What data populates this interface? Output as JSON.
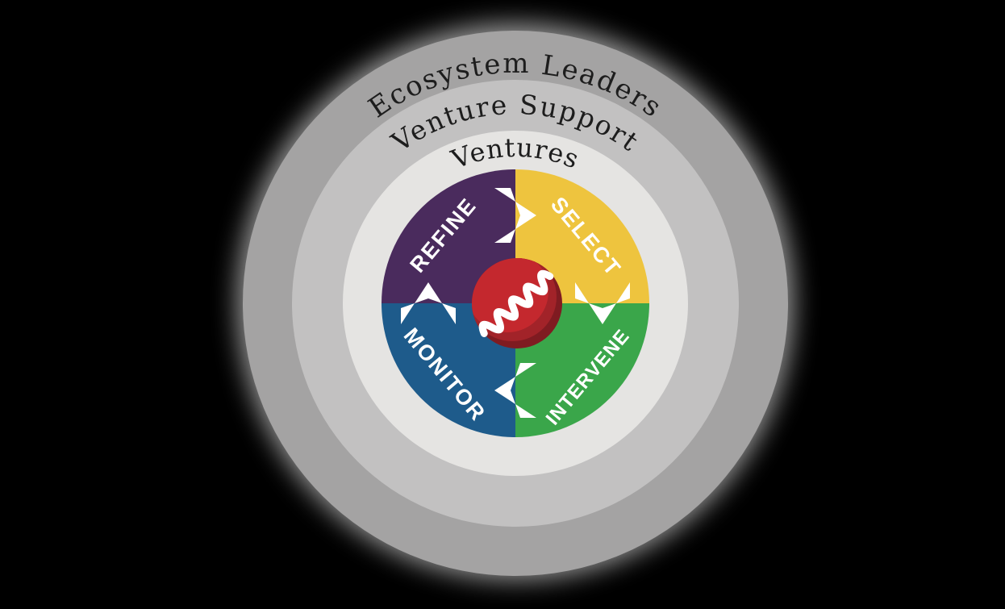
{
  "diagram": {
    "rings": [
      {
        "id": "ecosystem-leaders",
        "label": "Ecosystem Leaders"
      },
      {
        "id": "venture-support",
        "label": "Venture Support"
      },
      {
        "id": "ventures",
        "label": "Ventures"
      }
    ],
    "cycle": {
      "direction": "clockwise",
      "segments": [
        {
          "id": "refine",
          "label": "REFINE"
        },
        {
          "id": "select",
          "label": "SELECT"
        },
        {
          "id": "intervene",
          "label": "INTERVENE"
        },
        {
          "id": "monitor",
          "label": "MONITOR"
        }
      ]
    },
    "center": {
      "icon": "red-ball-trend-squiggle"
    }
  },
  "colors": {
    "background": "#000000",
    "glow": "#ffffff",
    "ring_outer": "#a4a3a3",
    "ring_middle": "#c2c1c1",
    "ring_inner": "#e5e4e2",
    "ring_text": "#1d1d1d",
    "segment_refine": "#4a2b5d",
    "segment_select": "#eec43e",
    "segment_intervene": "#3aa64a",
    "segment_monitor": "#1e5b8b",
    "segment_text": "#ffffff",
    "arrow": "#ffffff",
    "ball_dark": "#7f1b21",
    "ball_mid": "#a22329",
    "ball_bright": "#c4282e",
    "squiggle": "#ffffff"
  }
}
